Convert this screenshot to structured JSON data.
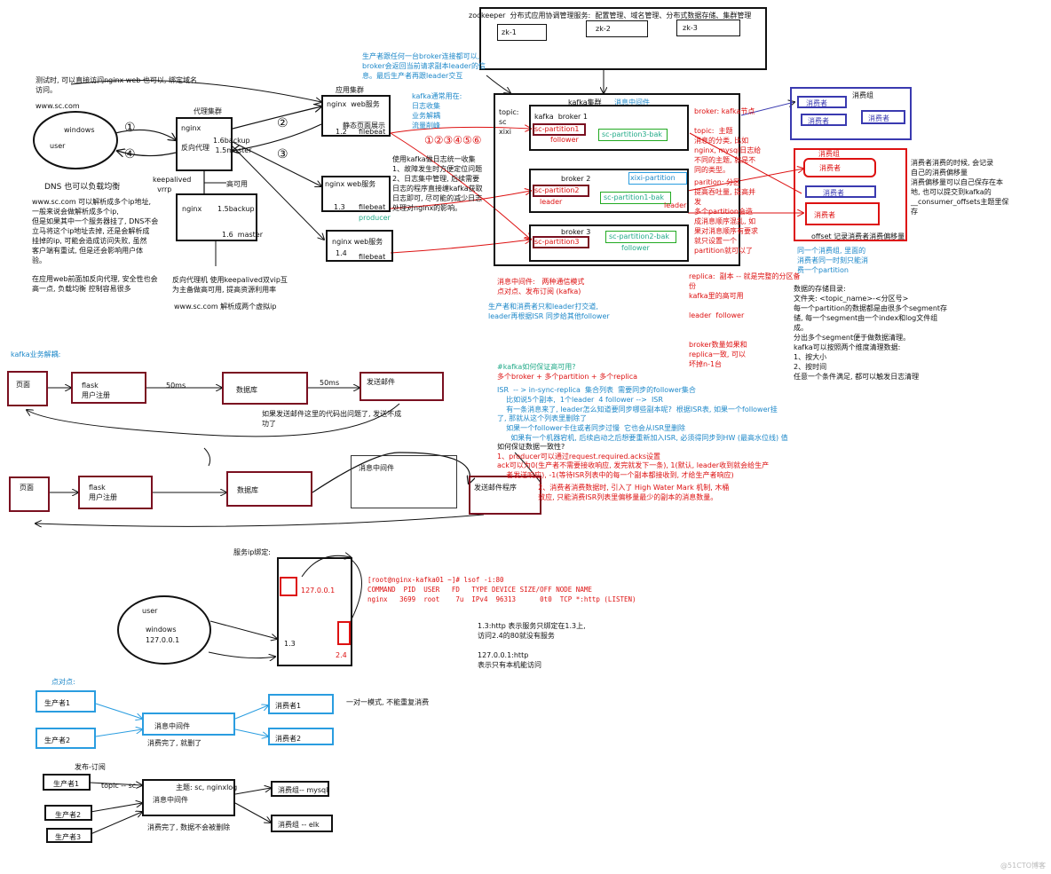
{
  "zookeeper": {
    "title": "zookeeper  分布式应用协调管理服务:  配置管理、域名管理、分布式数据存储、集群管理",
    "nodes": [
      "zk-1",
      "zk-2",
      "zk-3"
    ]
  },
  "producer_note": "生产者跟任何一台broker连接都可以,\nbroker会返回当前请求副本leader的信\n息。最后生产者再跟leader交互",
  "kafka_usage": "kafka通常用在:\n日志收集\n业务解耦\n流量削峰",
  "intro_left": "测试时, 可以直接访问nginx web 也可以, 绑定域名\n访问。",
  "domain1": "www.sc.com",
  "user_cloud": {
    "top": "windows",
    "bottom": "user"
  },
  "dns_note": "DNS 也可以负载均衡",
  "dns_para": "www.sc.com 可以解析成多个ip地址,\n一般来说会做解析成多个ip,\n但是如果其中一个服务器挂了, DNS不会\n立马将这个ip地址去掉, 还是会解析成\n挂掉的ip, 可能会造成访问失败, 虽然\n客户端有重试, 但是还会影响用户体\n验。",
  "web_front_note": "在应用web前面加反向代理, 安全性也会\n高一点, 负载均衡 控制容易很多",
  "proxy": {
    "title": "代理集群",
    "box1": "nginx\n\n反向代理",
    "box1_right": "1.6backup\n 1.5master",
    "keepalived": "keepalived\n  vrrp",
    "ha": "高可用",
    "box2_left": "nginx",
    "box2_right": "1.5backup",
    "box2_bottom": "1.6  master",
    "note": "反向代理机 使用keepalived双vip互\n为主备做高可用, 提高资源利用率",
    "resolve": "www.sc.com 解析成两个虚拟ip"
  },
  "app_cluster": {
    "title": "应用集群",
    "web1": "nginx  web服务",
    "web1_sub": "静态页面展示",
    "web1_ip": "1.2",
    "filebeat": "filebeat",
    "web2": "nginx web服务",
    "web2_ip": "1.3",
    "web3": "nginx web服务",
    "web3_ip": "1.4",
    "producer": "producer"
  },
  "kafka_log_note": "使用kafka做日志统一收集\n1、故障发生时方便定位问题\n2、日志集中管理, 后续需要\n日志的程序直接缠kafka获取\n日志即可, 尽可能的减少日志\n处理对nginx的影响。",
  "kafka_cluster": {
    "title": "kafka集群",
    "mq": "消息中间件",
    "topic": "topic:\nsc\nxixi",
    "broker1": "kafka  broker 1",
    "p1": "sc-partition1",
    "p1_role": "follower",
    "p1_bak": "sc-partition3-bak",
    "broker2": "broker 2",
    "p2": "sc-partition2",
    "p2_role": "leader",
    "xixi": "xixi-partition",
    "p2_bak": "sc-partition1-bak",
    "p2_bak_role": "leader",
    "broker3": "broker 3",
    "p3": "sc-partition3",
    "p3_bak": "sc-partition2-bak",
    "p3_bak_role": "follower"
  },
  "broker_note": "broker: kafka节点\n\ntopic:  主题\n消息的分类, 比如\nnginx, mysql日志给\n不同的主题, 就是不\n同的类型。",
  "partition_note": "parition: 分区\n提高吞吐量, 提高并\n发\n多个partition会造\n成消息顺序混乱, 如\n果对消息顺序有要求\n就只设置一个\npartition就可以了",
  "mq_note": "消息中间件:   两种通信模式\n点对点、发布订阅 (kafka)",
  "sync_note": "生产者和消费者只和leader打交道,\nleader再根据ISR 同步给其他follower",
  "replica_note": "replica:  副本 -- 就是完整的分区备\n份\nkafka里的高可用\n\nleader  follower\n\n\nbroker数量如果和\nreplica一致, 可以\n坏掉n-1台",
  "consumer_group1": {
    "title": "消费组",
    "c": [
      "消费者",
      "消费者",
      "消费者"
    ]
  },
  "consumer_group2": {
    "title": "消费组",
    "c": [
      "消费者",
      "消费者",
      "消费者"
    ]
  },
  "offset_note": "offset 记录消费者消费偏移量",
  "offset_note2": "同一个消费组, 里面的\n消费者同一时刻只能消\n费一个partition",
  "consume_note": "消费者消费的时候, 会记录\n自己的消费偏移量\n消费偏移量可以自己保存在本\n地, 也可以提交到kafka的\n__consumer_offsets主题里保\n存",
  "storage_note": "数据的存储目录:\n文件夹: <topic_name>-<分区号>\n每一个partition的数据都是由很多个segment存\n储, 每一个segment由一个index和log文件组\n成。\n分出多个segment便于做数据清理。\nkafka可以按照两个维度清理数据:\n1、按大小\n2、按时间\n任意一个条件满足, 都可以触发日志清理",
  "business": {
    "title": "kafka业务解耦:",
    "row1": [
      "页面",
      "flask\n用户注册",
      "50ms",
      "数据库",
      "50ms",
      "发送邮件"
    ],
    "row1_note": "如果发送邮件这里的代码出问题了, 发送不成\n功了",
    "row2": [
      "页面",
      "flask\n用户注册",
      "数据库",
      "消息中间件",
      "发送邮件程序"
    ]
  },
  "ha_block": {
    "l1": "#kafka如何保证高可用?",
    "l2": "多个broker + 多个partition + 多个replica",
    "l3": "ISR  -- > in-sync-replica  集合列表  需要同步的follower集合",
    "l4": "    比如说5个副本,  1个leader  4 follower -->  ISR",
    "l5": "    有一条消息来了, leader怎么知道要同步哪些副本呢?  根据ISR表, 如果一个follower挂",
    "l6": "了, 那就从这个列表里删除了",
    "l7": "    如果一个follower卡住或者同步过慢  它也会从ISR里删除",
    "l8": "      如果有一个机器宕机, 后续启动之后想要重新加入ISR, 必须得同步到HW (最高水位线) 值",
    "l9": "如何保证数据一致性?",
    "l10": "1、producer可以通过request.required.acks设置",
    "l11": "ack可以为0(生产者不需要接收响应, 发完就发下一条), 1(默认, leader收到就会给生产",
    "l12": "    者发送响应), -1(等待ISR列表中的每一个副本都接收到, 才给生产者响应)",
    "l13": "    2、消费者消费数据时, 引入了 High Water Mark 机制, 木桶",
    "l14": "    效应, 只能消费ISR列表里偏移量最少的副本的消息数量。"
  },
  "bind_block": {
    "title": "服务ip绑定:",
    "cloud_top": "user",
    "cloud_mid": "windows",
    "cloud_ip": "127.0.0.1",
    "local": "127.0.0.1",
    "ip13": "1.3",
    "ip24": "2.4",
    "cmd1": "[root@nginx-kafka01 ~]# lsof -i:80",
    "cmd2": "COMMAND  PID  USER   FD   TYPE DEVICE SIZE/OFF NODE NAME",
    "cmd3": "nginx   3699  root    7u  IPv4  96313      0t0  TCP *:http (LISTEN)",
    "n1": "1.3:http 表示服务只绑定在1.3上,\n访问2.4的80就没有服务",
    "n2": "127.0.0.1:http\n表示只有本机能访问"
  },
  "p2p": {
    "title": "点对点:",
    "prod": [
      "生产者1",
      "生产者2"
    ],
    "mq": "消息中间件",
    "done": "消费完了, 就删了",
    "cons": [
      "消费者1",
      "消费者2"
    ],
    "mode": "一对一模式, 不能重复消费"
  },
  "pubsub": {
    "title": "发布-订阅",
    "prod": [
      "生产者1",
      "生产者2",
      "生产者3"
    ],
    "topic": "topic -- sc",
    "mq": "消息中间件",
    "subject": "主题: sc, nginxlog",
    "done": "消费完了, 数据不会被删除",
    "groups": [
      "消费组-- mysql",
      "消费组 -- elk"
    ]
  },
  "watermark": "@51CTO博客"
}
